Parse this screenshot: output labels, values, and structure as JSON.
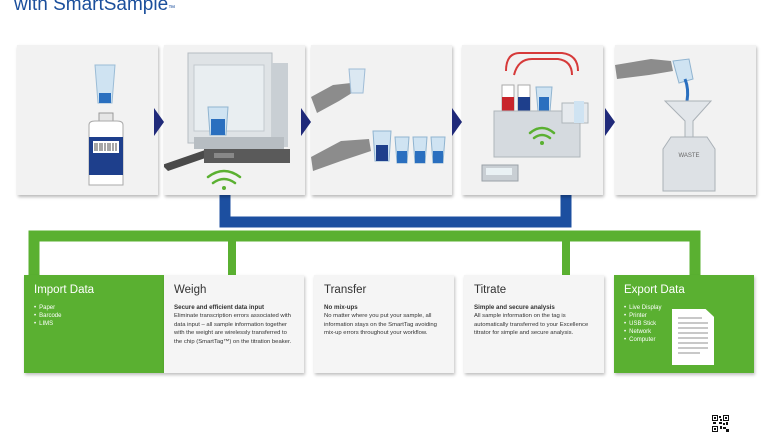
{
  "heading": {
    "text": "with SmartSample",
    "trademark": "™"
  },
  "panels": [
    {
      "name": "bottle-beaker"
    },
    {
      "name": "balance"
    },
    {
      "name": "transfer"
    },
    {
      "name": "titrator"
    },
    {
      "name": "waste",
      "label": "WASTE"
    }
  ],
  "cards": {
    "import": {
      "title": "Import Data",
      "items": [
        "Paper",
        "Barcode",
        "LIMS"
      ]
    },
    "weigh": {
      "title": "Weigh",
      "subtitle": "Secure and efficient data input",
      "body": "Eliminate transcription errors associated with data input – all sample information together with the weight are wirelessly transferred to the chip (SmartTag™) on the titration beaker."
    },
    "transfer": {
      "title": "Transfer",
      "subtitle": "No mix-ups",
      "body": "No matter where you put your sample, all information stays on the SmartTag avoiding mix-up errors throughout your workflow."
    },
    "titrate": {
      "title": "Titrate",
      "subtitle": "Simple and secure analysis",
      "body": "All sample information on the tag is automatically transferred to your Excellence titrator for simple and secure analysis."
    },
    "export": {
      "title": "Export Data",
      "items": [
        "Live Display",
        "Printer",
        "USB Stick",
        "Network",
        "Computer"
      ]
    }
  },
  "colors": {
    "green": "#5ab031",
    "blue": "#1c4fa0",
    "navy": "#202a7a",
    "panel_bg": "#f2f2f2"
  }
}
